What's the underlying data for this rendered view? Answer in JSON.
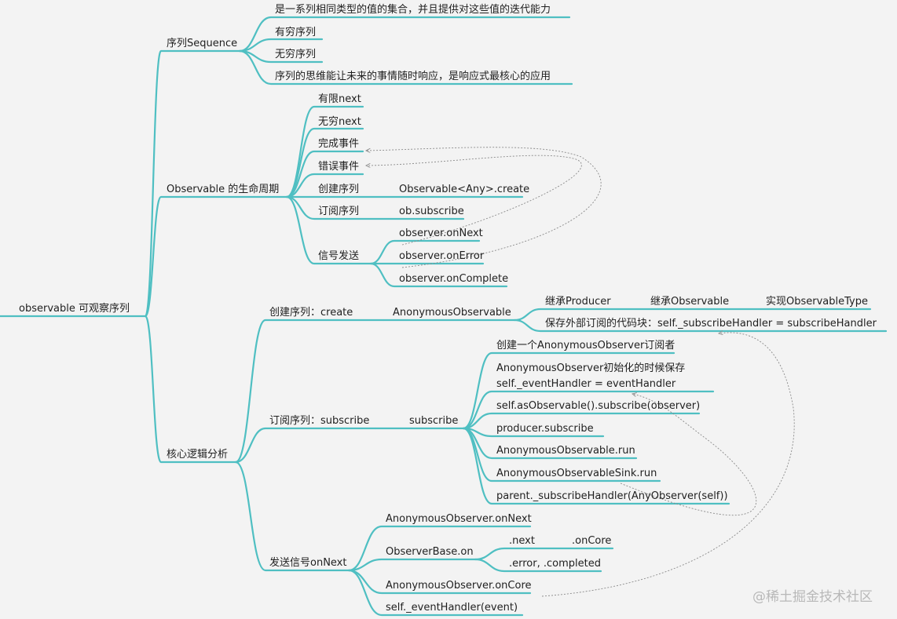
{
  "root": "observable 可观察序列",
  "branches": {
    "sequence": {
      "label": "序列Sequence",
      "items": [
        "是一系列相同类型的值的集合，并且提供对这些值的迭代能力",
        "有穷序列",
        "无穷序列",
        "序列的思维能让未来的事情随时响应，是响应式最核心的应用"
      ]
    },
    "lifecycle": {
      "label": "Observable 的生命周期",
      "items": [
        "有限next",
        "无穷next",
        "完成事件",
        "错误事件",
        "创建序列",
        "订阅序列",
        "信号发送"
      ],
      "create_detail": "Observable<Any>.create",
      "subscribe_detail": "ob.subscribe",
      "send_details": [
        "observer.onNext",
        "observer.onError",
        "observer.onComplete"
      ]
    },
    "core": {
      "label": "核心逻辑分析",
      "create": {
        "label": "创建序列：create",
        "child": "AnonymousObservable",
        "inherit": [
          "继承Producer",
          "继承Observable",
          "实现ObservableType"
        ],
        "save": "保存外部订阅的代码块：self._subscribeHandler = subscribeHandler"
      },
      "subscribe": {
        "label": "订阅序列：subscribe",
        "child": "subscribe",
        "steps": [
          "创建一个AnonymousObserver订阅者",
          "AnonymousObserver初始化的时候保存",
          "self._eventHandler = eventHandler",
          "self.asObservable().subscribe(observer)",
          "producer.subscribe",
          "AnonymousObservable.run",
          "AnonymousObservableSink.run",
          "parent._subscribeHandler(AnyObserver(self))"
        ]
      },
      "send": {
        "label": "发送信号onNext",
        "steps": [
          "AnonymousObserver.onNext",
          "ObserverBase.on",
          "AnonymousObserver.onCore",
          "self._eventHandler(event)"
        ],
        "base_on": [
          ".next",
          ".onCore",
          ".error, .completed"
        ]
      }
    }
  },
  "watermark": "@稀土掘金技术社区",
  "colors": {
    "line": "#4fbfc2",
    "text": "#1f1f1f",
    "dashed": "#8a8a8a",
    "background": "#f3f3f3"
  }
}
